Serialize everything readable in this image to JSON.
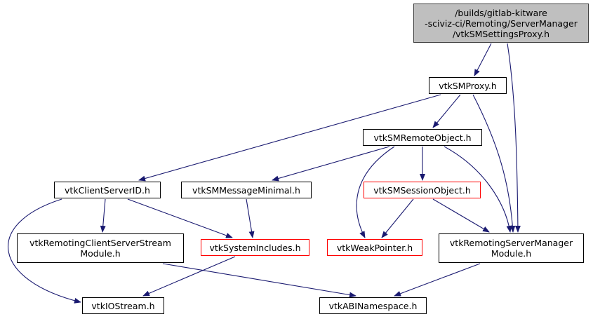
{
  "colors": {
    "edge": "#191970",
    "node_border": "#000000",
    "node_border_incomplete": "#ff0000",
    "root_fill": "#bfbfbf"
  },
  "nodes": {
    "root": [
      "/builds/gitlab-kitware",
      "-sciviz-ci/Remoting/ServerManager",
      "/vtkSMSettingsProxy.h"
    ],
    "smproxy": [
      "vtkSMProxy.h"
    ],
    "remoteobject": [
      "vtkSMRemoteObject.h"
    ],
    "clientserverid": [
      "vtkClientServerID.h"
    ],
    "messageminimal": [
      "vtkSMMessageMinimal.h"
    ],
    "sessionobject": [
      "vtkSMSessionObject.h"
    ],
    "streammodule": [
      "vtkRemotingClientServerStream",
      "Module.h"
    ],
    "systemincludes": [
      "vtkSystemIncludes.h"
    ],
    "weakpointer": [
      "vtkWeakPointer.h"
    ],
    "smmodule": [
      "vtkRemotingServerManager",
      "Module.h"
    ],
    "iostream": [
      "vtkIOStream.h"
    ],
    "abinamespace": [
      "vtkABINamespace.h"
    ]
  },
  "edges": [
    {
      "from": "root",
      "to": "smproxy"
    },
    {
      "from": "root",
      "to": "smmodule"
    },
    {
      "from": "smproxy",
      "to": "remoteobject"
    },
    {
      "from": "smproxy",
      "to": "clientserverid"
    },
    {
      "from": "smproxy",
      "to": "smmodule"
    },
    {
      "from": "remoteobject",
      "to": "messageminimal"
    },
    {
      "from": "remoteobject",
      "to": "sessionobject"
    },
    {
      "from": "remoteobject",
      "to": "weakpointer"
    },
    {
      "from": "remoteobject",
      "to": "smmodule"
    },
    {
      "from": "clientserverid",
      "to": "iostream"
    },
    {
      "from": "clientserverid",
      "to": "streammodule"
    },
    {
      "from": "clientserverid",
      "to": "systemincludes"
    },
    {
      "from": "messageminimal",
      "to": "systemincludes"
    },
    {
      "from": "sessionobject",
      "to": "weakpointer"
    },
    {
      "from": "sessionobject",
      "to": "smmodule"
    },
    {
      "from": "streammodule",
      "to": "abinamespace"
    },
    {
      "from": "systemincludes",
      "to": "iostream"
    },
    {
      "from": "smmodule",
      "to": "abinamespace"
    }
  ]
}
